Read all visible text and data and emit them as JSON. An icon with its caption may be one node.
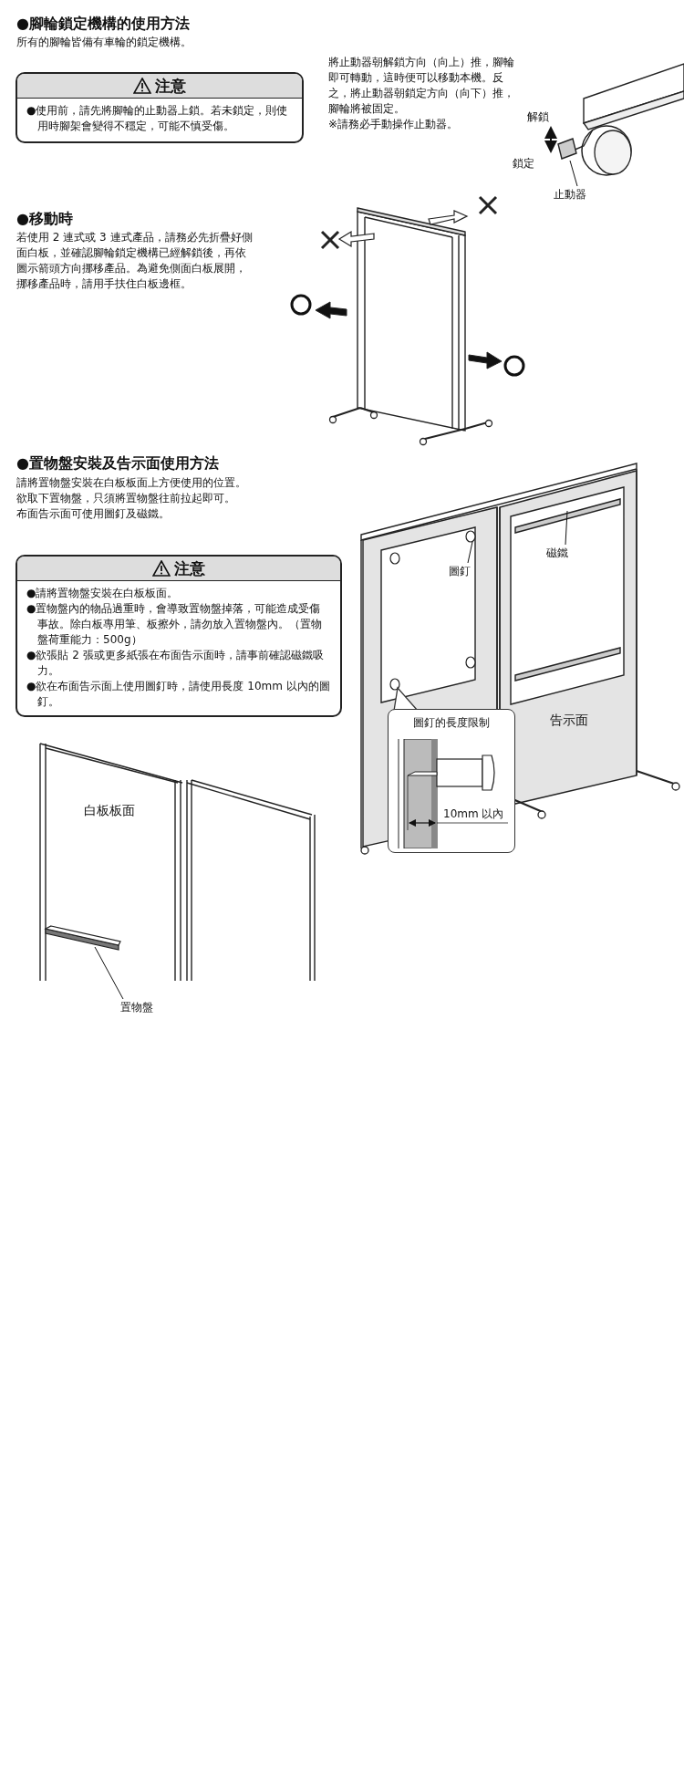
{
  "diagram": {
    "nodes": [
      {
        "text": [
          "注意",
          "●使用前，請先將腳輪的止動器上鎖。若未鎖定，則使用時腳架會變得不穩定，可能不慎受傷。"
        ]
      },
      {
        "text": [
          "止動器"
        ]
      },
      {
        "text": [
          "注意",
          "●請將置物盤安裝在白板板面。",
          "●置物盤內的物品過重時，會導致置物盤掉落，可能造成受傷事故。除白板專用筆、板擦外，請勿放入置物盤內。（置物盤荷重能力：500g）",
          "●欲張貼 2 張或更多紙張在布面告示面時，請事前確認磁鐵吸力。",
          "●欲在布面告示面上使用圖釘時，請使用長度 10mm 以內的圖釘。"
        ]
      },
      {
        "text": [
          "圖釘"
        ]
      },
      {
        "text": [
          "磁鐵"
        ]
      },
      {
        "text": [
          "圖釘的長度限制"
        ]
      },
      {
        "text": [
          "置物盤"
        ]
      }
    ],
    "edges": [
      {
        "from": 1,
        "to": null,
        "arrow": "none"
      },
      {
        "from": 3,
        "to": null,
        "arrow": "none"
      },
      {
        "from": 4,
        "to": null,
        "arrow": "none"
      },
      {
        "from": 6,
        "to": null,
        "arrow": "none"
      }
    ],
    "labels": [
      "●腳輪鎖定機構的使用方法",
      "所有的腳輪皆備有車輪的鎖定機構。",
      "將止動器朝解鎖方向（向上）推，腳輪即可轉動，這時便可以移動本機。反之，將止動器朝鎖定方向（向下）推，腳輪將被固定。",
      "※請務必手動操作止動器。",
      "解鎖",
      "鎖定",
      "●移動時",
      "若使用 2 連式或 3 連式產品，請務必先折疊好側面白板，並確認腳輪鎖定機構已經解鎖後，再依圖示箭頭方向挪移產品。為避免側面白板展開，挪移產品時，請用手扶住白板邊框。",
      "●置物盤安裝及告示面使用方法",
      "請將置物盤安裝在白板板面上方便使用的位置。",
      "欲取下置物盤，只須將置物盤往前拉起即可。",
      "布面告示面可使用圖釘及磁鐵。",
      "告示面",
      "10mm 以內",
      "白板板面"
    ]
  }
}
